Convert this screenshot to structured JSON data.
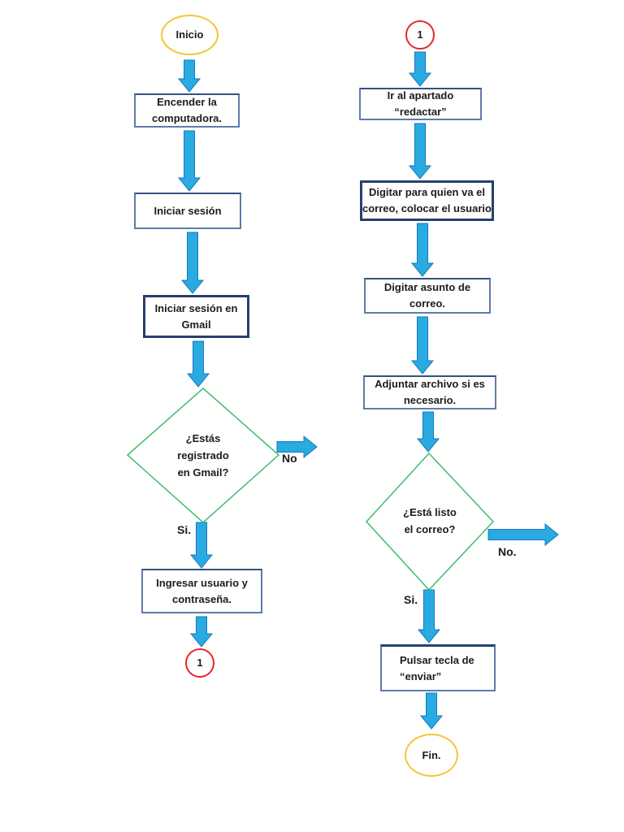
{
  "colors": {
    "arrow_fill": "#29abe2",
    "arrow_stroke": "#1577be",
    "box_border": "#5d7cab",
    "box_border_dark": "#27406e",
    "diamond_border": "#3abf68",
    "terminal_border": "#f5c534",
    "connector_border": "#e8262a",
    "text": "#1c1c1c"
  },
  "left_column": {
    "start": {
      "label": "Inicio"
    },
    "steps": [
      {
        "lines": [
          "Encender la",
          "computadora."
        ]
      },
      {
        "lines": [
          "Iniciar sesión"
        ]
      },
      {
        "lines": [
          "Iniciar sesión en",
          "Gmail"
        ]
      }
    ],
    "decision": {
      "lines": [
        "¿Estás",
        "registrado",
        "en Gmail?"
      ],
      "no_label": "No",
      "yes_label": "Si."
    },
    "after_decision": {
      "lines": [
        "Ingresar usuario y",
        "contraseña."
      ]
    },
    "connector": {
      "label": "1"
    }
  },
  "right_column": {
    "connector": {
      "label": "1"
    },
    "steps": [
      {
        "lines": [
          "Ir al apartado",
          "“redactar”"
        ]
      },
      {
        "lines": [
          "Digitar para quien va el",
          "correo, colocar el usuario"
        ]
      },
      {
        "lines": [
          "Digitar asunto de correo."
        ]
      },
      {
        "lines": [
          "Adjuntar archivo si es",
          "necesario."
        ]
      }
    ],
    "decision": {
      "lines": [
        "¿Está listo",
        "el correo?"
      ],
      "no_label": "No.",
      "yes_label": "Si."
    },
    "send_step": {
      "lines": [
        "Pulsar tecla de",
        "“enviar”"
      ]
    },
    "end": {
      "label": "Fin."
    }
  }
}
